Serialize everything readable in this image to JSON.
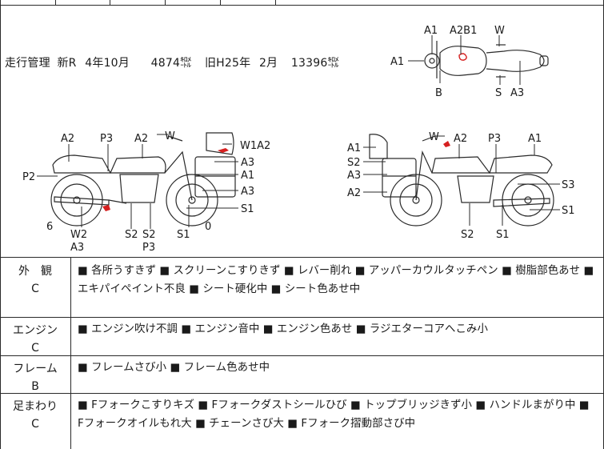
{
  "mileage": {
    "title": "走行管理",
    "new_label": "新R",
    "new_date": "4年10月",
    "new_km": "4874㌖",
    "old_label": "旧H25年",
    "old_month": "2月",
    "old_km": "13396㌖"
  },
  "diagram_top": {
    "labels": [
      "A1",
      "A2B1",
      "W",
      "A1",
      "B",
      "S",
      "A3"
    ]
  },
  "diagram_left": {
    "labels": [
      "A2",
      "P3",
      "A2",
      "W",
      "W1A2",
      "A3",
      "A1",
      "A3",
      "P2",
      "S1",
      "6",
      "W2",
      "A3",
      "S2",
      "S2",
      "P3",
      "S1",
      "0"
    ]
  },
  "diagram_right": {
    "labels": [
      "W",
      "A2",
      "P3",
      "A1",
      "A1",
      "S2",
      "A3",
      "A2",
      "S3",
      "S1",
      "S2",
      "S1"
    ]
  },
  "sections": [
    {
      "label": "外　観",
      "grade": "C",
      "text": "■ 各所うすきず ■ スクリーンこすりきず ■ レバー削れ ■ アッパーカウルタッチペン ■ 樹脂部色あせ ■ エキパイペイント不良 ■ シート硬化中 ■ シート色あせ中"
    },
    {
      "label": "エンジン",
      "grade": "C",
      "text": "■ エンジン吹け不調 ■ エンジン音中 ■ エンジン色あせ ■ ラジエターコアへこみ小"
    },
    {
      "label": "フレーム",
      "grade": "B",
      "text": "■ フレームさび小 ■ フレーム色あせ中"
    },
    {
      "label": "足まわり",
      "grade": "C",
      "text": "■ Fフォークこすりキズ ■ Fフォークダストシールひび ■ トップブリッジきず小 ■ ハンドルまがり中 ■ Fフォークオイルもれ大 ■ チェーンさび大 ■ Fフォーク摺動部さび中"
    }
  ],
  "colors": {
    "mark_red": "#d62020",
    "line": "#2a2a2a"
  }
}
